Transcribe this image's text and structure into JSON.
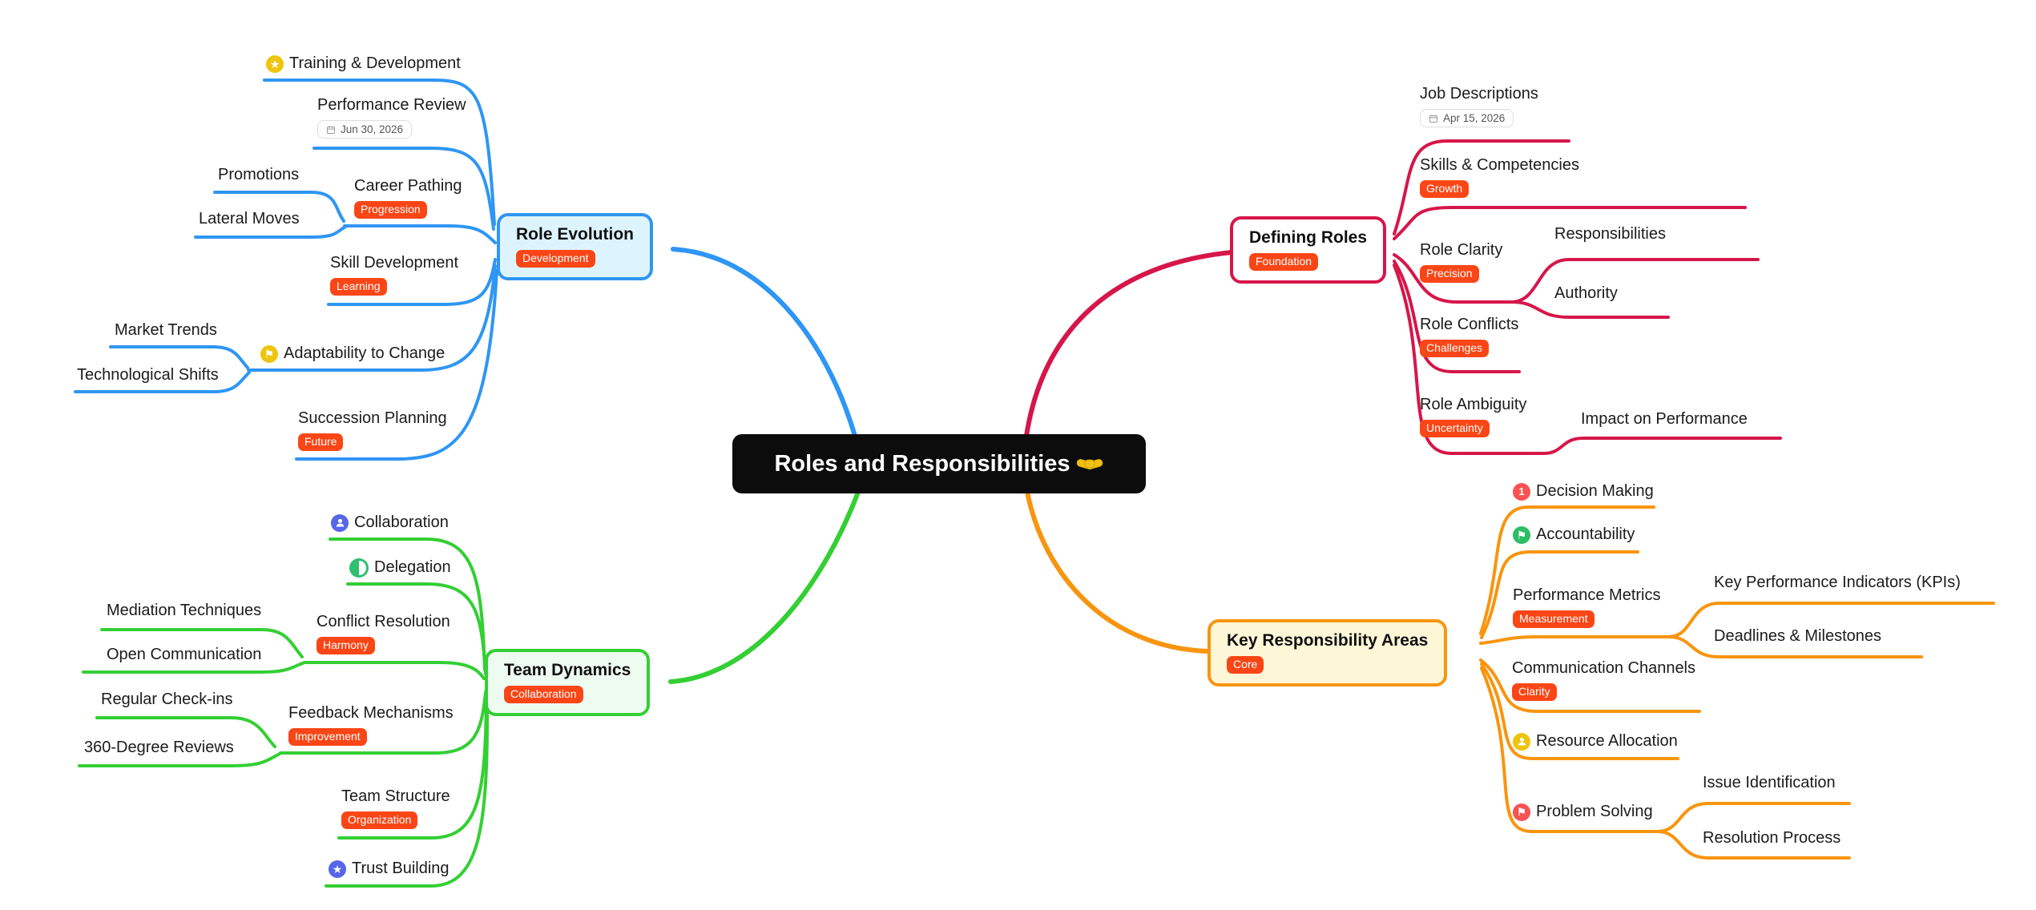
{
  "central": {
    "title": "Roles and Responsibilities",
    "emoji_icon": "handshake"
  },
  "colors": {
    "role_evolution": "#2e96f4",
    "defining_roles": "#d6164a",
    "team_dynamics": "#33cf33",
    "key_responsibility_areas": "#f8950f",
    "tag_badge": "#fa4616"
  },
  "branches": {
    "role_evolution": {
      "label": "Role Evolution",
      "badge": "Development"
    },
    "defining_roles": {
      "label": "Defining Roles",
      "badge": "Foundation"
    },
    "team_dynamics": {
      "label": "Team Dynamics",
      "badge": "Collaboration"
    },
    "key_responsibility_areas": {
      "label": "Key Responsibility Areas",
      "badge": "Core"
    }
  },
  "topics": {
    "training_development": {
      "label": "Training & Development",
      "icon": "star-yellow"
    },
    "performance_review": {
      "label": "Performance Review",
      "date": "Jun 30, 2026"
    },
    "career_pathing": {
      "label": "Career Pathing",
      "badge": "Progression"
    },
    "promotions": {
      "label": "Promotions"
    },
    "lateral_moves": {
      "label": "Lateral Moves"
    },
    "skill_development": {
      "label": "Skill Development",
      "badge": "Learning"
    },
    "adaptability_to_change": {
      "label": "Adaptability to Change",
      "icon": "flag-yellow"
    },
    "market_trends": {
      "label": "Market Trends"
    },
    "technological_shifts": {
      "label": "Technological Shifts"
    },
    "succession_planning": {
      "label": "Succession Planning",
      "badge": "Future"
    },
    "job_descriptions": {
      "label": "Job Descriptions",
      "date": "Apr 15, 2026"
    },
    "skills_competencies": {
      "label": "Skills & Competencies",
      "badge": "Growth"
    },
    "role_clarity": {
      "label": "Role Clarity",
      "badge": "Precision"
    },
    "responsibilities": {
      "label": "Responsibilities"
    },
    "authority": {
      "label": "Authority"
    },
    "role_conflicts": {
      "label": "Role Conflicts",
      "badge": "Challenges"
    },
    "role_ambiguity": {
      "label": "Role Ambiguity",
      "badge": "Uncertainty"
    },
    "impact_on_performance": {
      "label": "Impact on Performance"
    },
    "collaboration": {
      "label": "Collaboration",
      "icon": "person-blue"
    },
    "delegation": {
      "label": "Delegation",
      "icon": "half-circle-green"
    },
    "conflict_resolution": {
      "label": "Conflict Resolution",
      "badge": "Harmony"
    },
    "mediation_techniques": {
      "label": "Mediation Techniques"
    },
    "open_communication": {
      "label": "Open Communication"
    },
    "feedback_mechanisms": {
      "label": "Feedback Mechanisms",
      "badge": "Improvement"
    },
    "regular_check_ins": {
      "label": "Regular Check-ins"
    },
    "degree_reviews": {
      "label": "360-Degree Reviews"
    },
    "team_structure": {
      "label": "Team Structure",
      "badge": "Organization"
    },
    "trust_building": {
      "label": "Trust Building",
      "icon": "star-blue"
    },
    "decision_making": {
      "label": "Decision Making",
      "icon": "number-1-red"
    },
    "accountability": {
      "label": "Accountability",
      "icon": "flag-green"
    },
    "performance_metrics": {
      "label": "Performance Metrics",
      "badge": "Measurement"
    },
    "kpis": {
      "label": "Key Performance Indicators (KPIs)"
    },
    "deadlines_milestones": {
      "label": "Deadlines & Milestones"
    },
    "communication_channels": {
      "label": "Communication Channels",
      "badge": "Clarity"
    },
    "resource_allocation": {
      "label": "Resource Allocation",
      "icon": "person-yellow"
    },
    "problem_solving": {
      "label": "Problem Solving",
      "icon": "flag-red"
    },
    "issue_identification": {
      "label": "Issue Identification"
    },
    "resolution_process": {
      "label": "Resolution Process"
    }
  }
}
